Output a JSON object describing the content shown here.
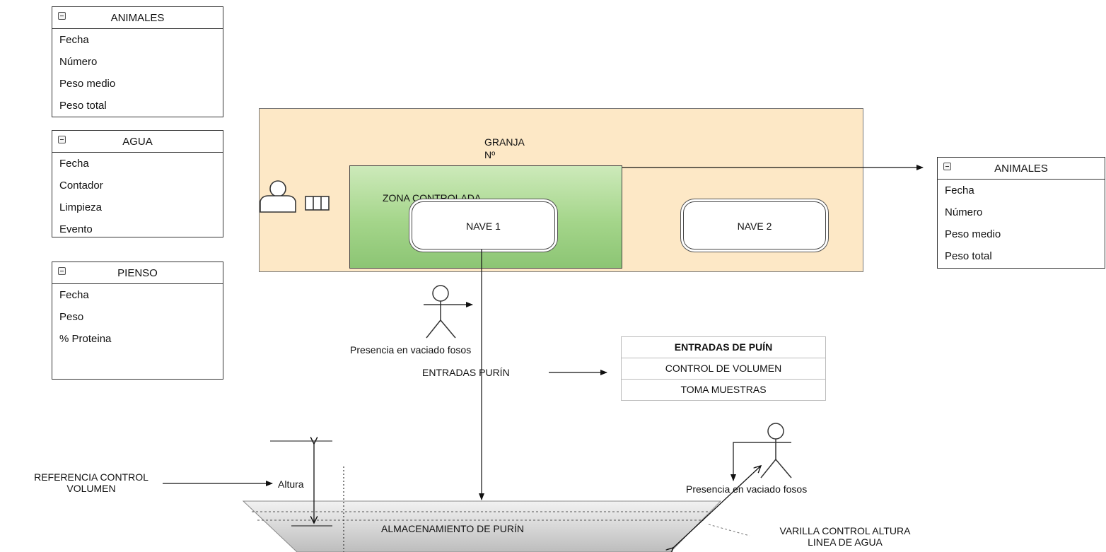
{
  "entities": {
    "animales_left": {
      "title": "ANIMALES",
      "fields": [
        "Fecha",
        "Número",
        "Peso medio",
        "Peso total"
      ]
    },
    "agua": {
      "title": "AGUA",
      "fields": [
        "Fecha",
        "Contador",
        "Limpieza",
        "Evento"
      ]
    },
    "pienso": {
      "title": "PIENSO",
      "fields": [
        "Fecha",
        "Peso",
        "% Proteina"
      ]
    },
    "animales_right": {
      "title": "ANIMALES",
      "fields": [
        "Fecha",
        "Número",
        "Peso medio",
        "Peso total"
      ]
    }
  },
  "farm": {
    "title": "GRANJA",
    "subtitle": "Nº"
  },
  "zone": {
    "label": "ZONA CONTROLADA"
  },
  "naves": {
    "nave1": "NAVE 1",
    "nave2": "NAVE 2"
  },
  "presence": {
    "top": "Presencia en vaciado fosos",
    "bottom": "Presencia en vaciado fosos"
  },
  "entradas_purin": "ENTRADAS PURÍN",
  "entradas_table": {
    "rows": [
      "ENTRADAS DE PUÍN",
      "CONTROL DE VOLUMEN",
      "TOMA MUESTRAS"
    ]
  },
  "reference": {
    "line1": "REFERENCIA CONTROL",
    "line2": "VOLUMEN"
  },
  "altura": "Altura",
  "storage": "ALMACENAMIENTO DE PURÍN",
  "varilla": {
    "line1": "VARILLA CONTROL ALTURA",
    "line2": "LINEA DE AGUA"
  },
  "colors": {
    "farm_fill": "#fde8c6",
    "zone_fill": "#a4d58a",
    "storage_fill": "#d8d8d8"
  },
  "icons": [
    "collapse-icon",
    "user-icon",
    "door-icon",
    "stick-figure-icon"
  ]
}
